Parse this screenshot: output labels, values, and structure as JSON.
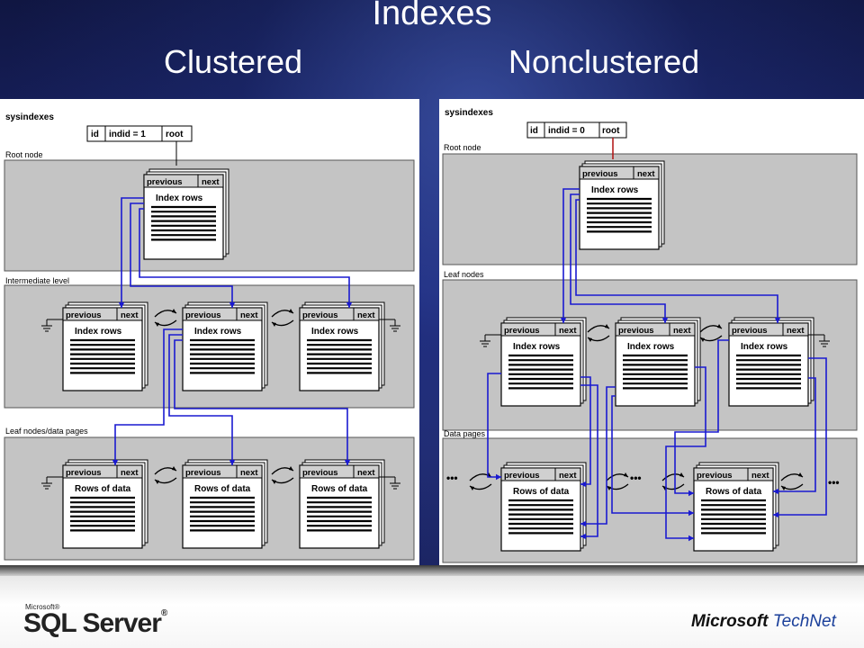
{
  "slide": {
    "title": "Indexes",
    "left_heading": "Clustered",
    "right_heading": "Nonclustered"
  },
  "clustered": {
    "sysindexes_label": "sysindexes",
    "id_cell": "id",
    "indid_cell": "indid = 1",
    "root_cell": "root",
    "levels": [
      "Root node",
      "Intermediate level",
      "Leaf nodes/data pages"
    ],
    "root_page_text": "Index rows",
    "intermediate_page_text": "Index rows",
    "leaf_page_text": "Rows of data"
  },
  "nonclustered": {
    "sysindexes_label": "sysindexes",
    "id_cell": "id",
    "indid_cell": "indid = 0",
    "root_cell": "root",
    "levels": [
      "Root node",
      "Leaf nodes",
      "Data pages"
    ],
    "root_page_text": "Index rows",
    "leaf_page_text": "Index rows",
    "data_page_text": "Rows of data",
    "ellipsis": "•••"
  },
  "page_header": {
    "prev": "previous",
    "next": "next"
  },
  "footer": {
    "sql_small": "Microsoft®",
    "sql_big": "SQL Server",
    "tm": "®",
    "ms": "Microsoft",
    "technet": "TechNet"
  },
  "colors": {
    "arrow": "#1a1ad0",
    "panel_band": "#c4c4c4",
    "root_line_nonclustered": "#b01010"
  }
}
